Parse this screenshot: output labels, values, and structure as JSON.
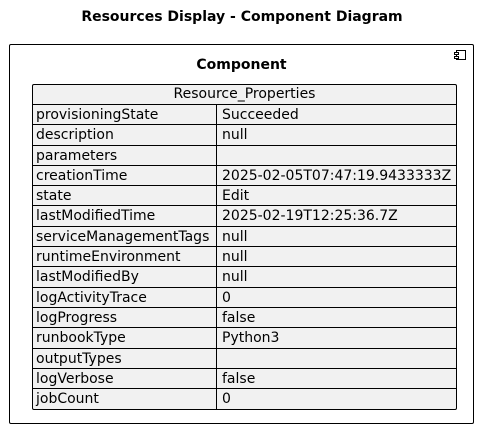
{
  "diagram": {
    "title": "Resources Display - Component Diagram",
    "component": {
      "name": "Component",
      "icon": "component-icon",
      "table": {
        "header": "Resource_Properties",
        "rows": [
          {
            "key": "provisioningState",
            "value": "Succeeded"
          },
          {
            "key": "description",
            "value": "null"
          },
          {
            "key": "parameters",
            "value": ""
          },
          {
            "key": "creationTime",
            "value": "2025-02-05T07:47:19.9433333Z"
          },
          {
            "key": "state",
            "value": "Edit"
          },
          {
            "key": "lastModifiedTime",
            "value": "2025-02-19T12:25:36.7Z"
          },
          {
            "key": "serviceManagementTags",
            "value": "null"
          },
          {
            "key": "runtimeEnvironment",
            "value": "null"
          },
          {
            "key": "lastModifiedBy",
            "value": "null"
          },
          {
            "key": "logActivityTrace",
            "value": "0"
          },
          {
            "key": "logProgress",
            "value": "false"
          },
          {
            "key": "runbookType",
            "value": "Python3"
          },
          {
            "key": "outputTypes",
            "value": ""
          },
          {
            "key": "logVerbose",
            "value": "false"
          },
          {
            "key": "jobCount",
            "value": "0"
          }
        ]
      }
    }
  }
}
